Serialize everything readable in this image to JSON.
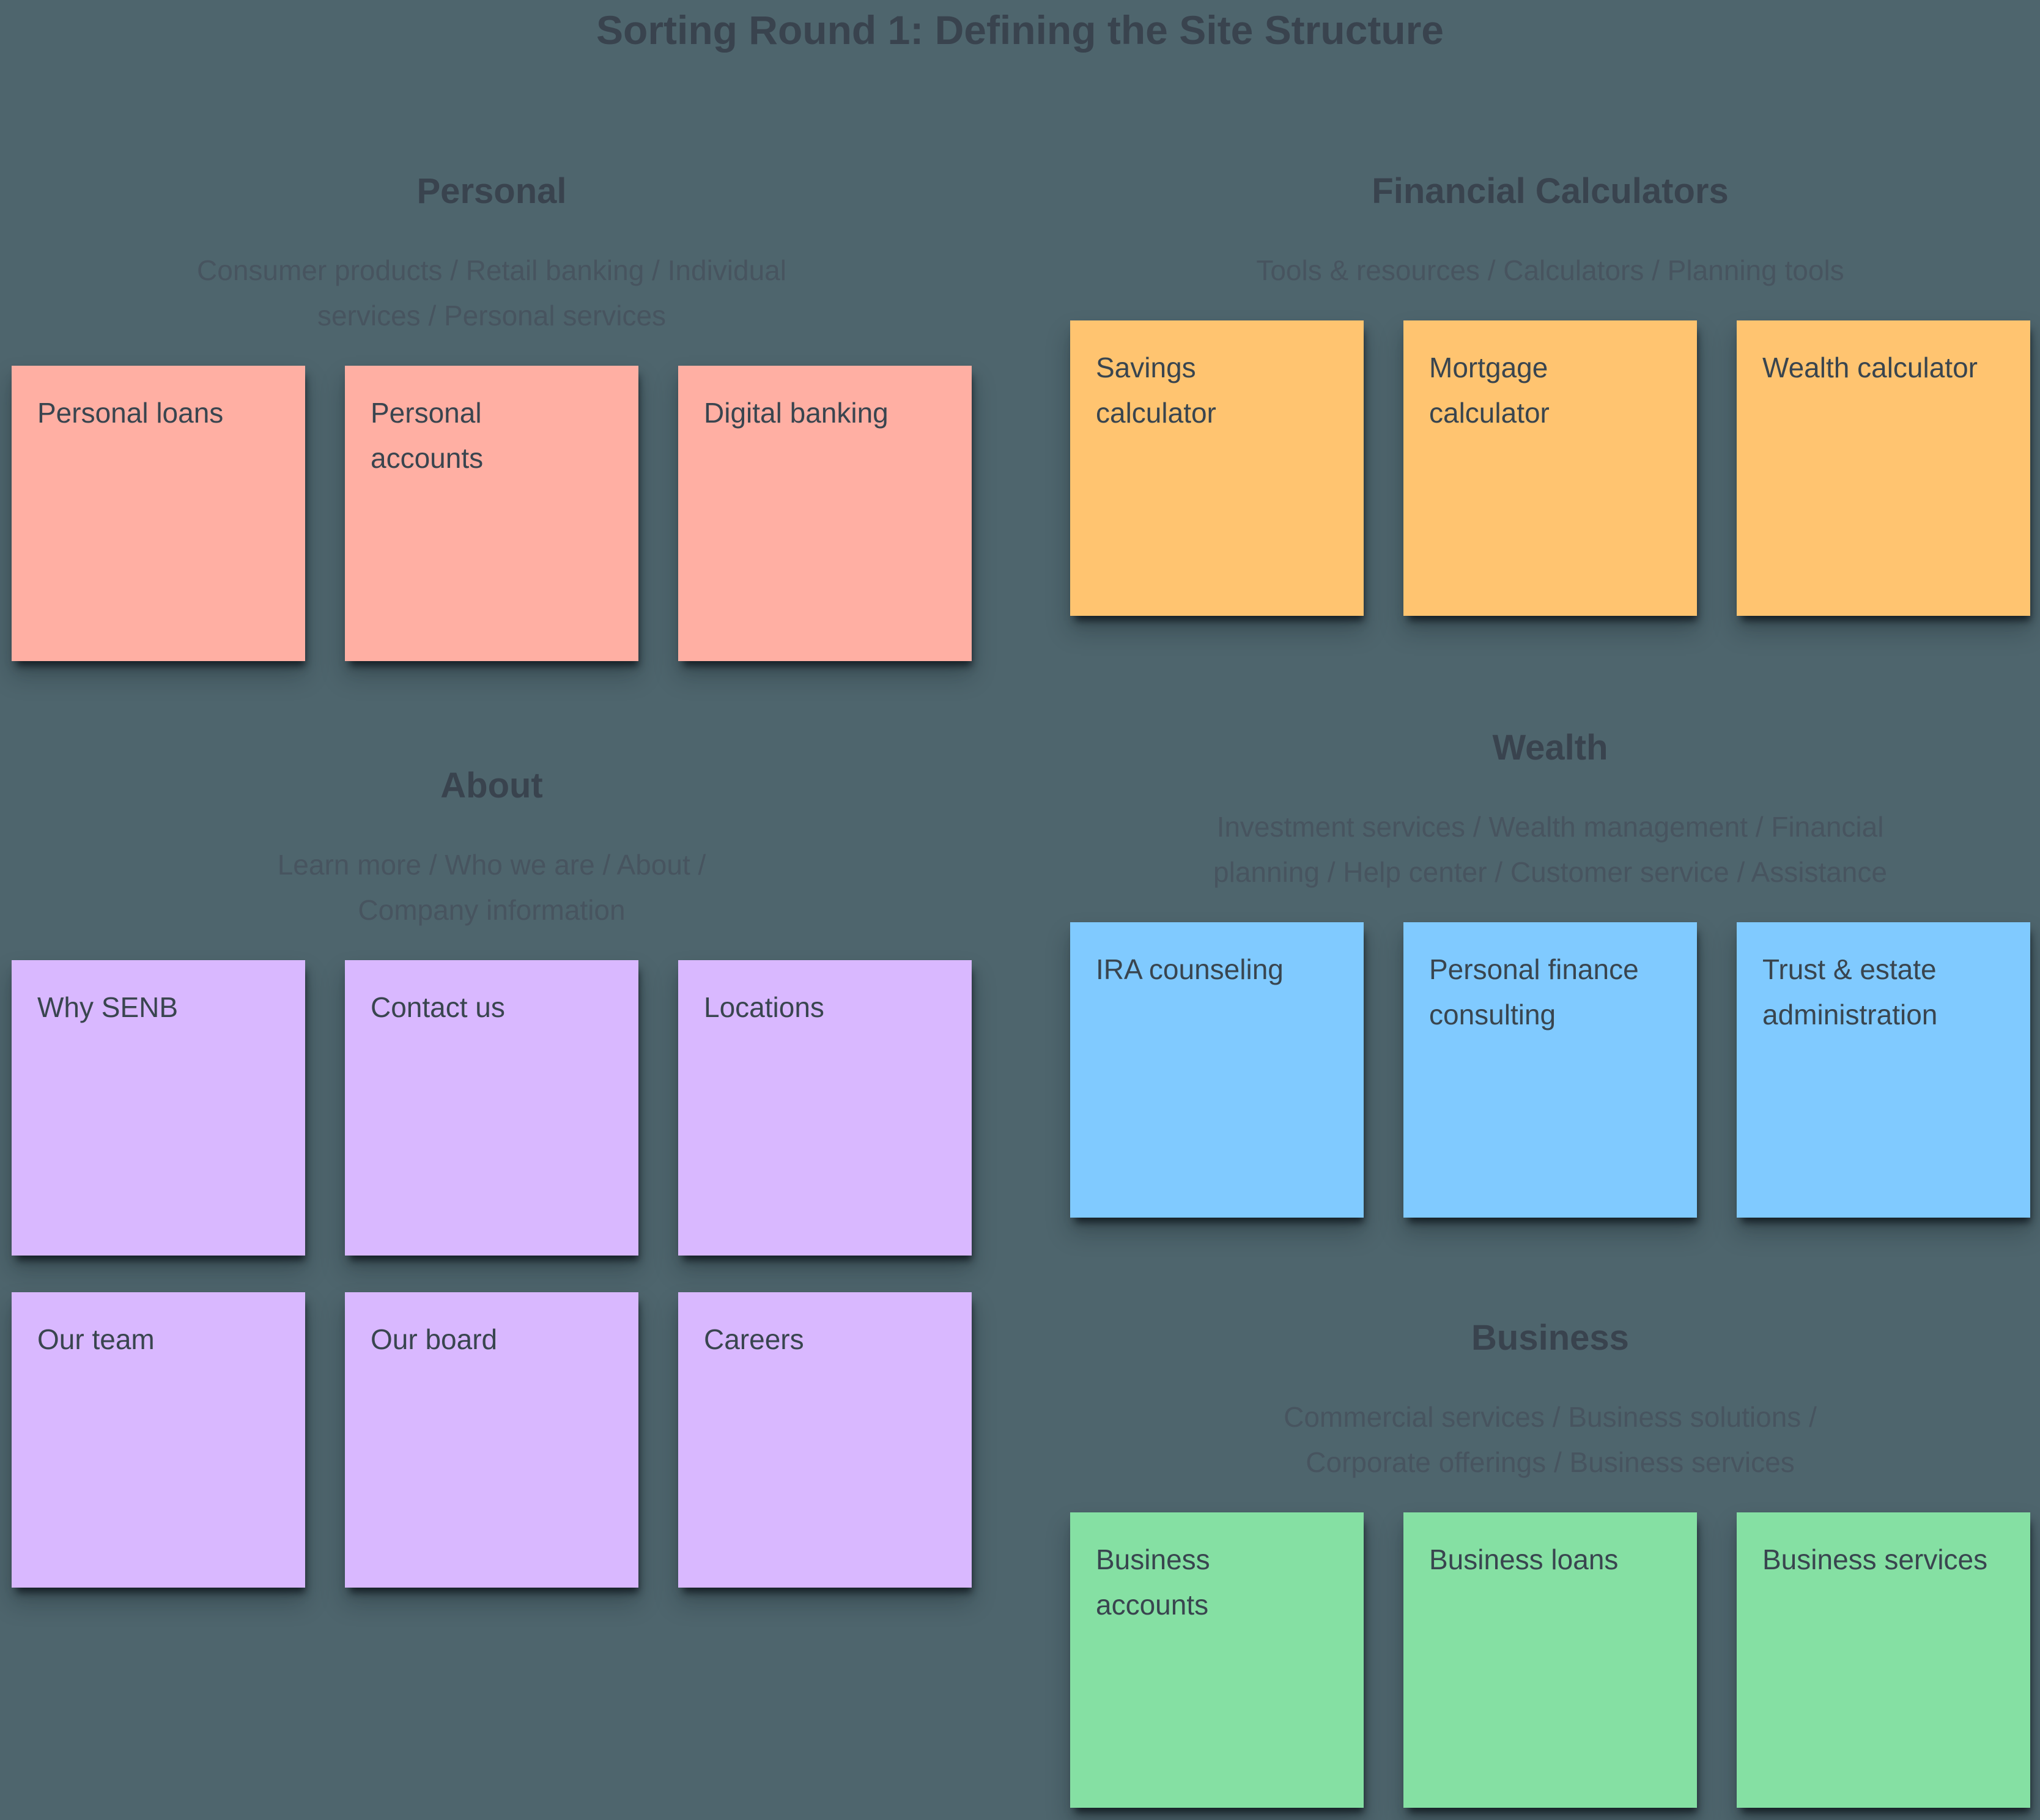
{
  "board": {
    "title": "Sorting Round 1: Defining the Site Structure"
  },
  "colors": {
    "board_background": "#4E656D",
    "heading_text": "#39434E",
    "subtitle_text": "#47545F",
    "card_text": "#39454F"
  },
  "groups": [
    {
      "title": "Personal",
      "subtitle": "Consumer products / Retail banking / Individual services / Personal services",
      "color": "#FFAFA3",
      "cards": [
        "Personal loans",
        "Personal accounts",
        "Digital banking"
      ]
    },
    {
      "title": "Financial Calculators",
      "subtitle": "Tools & resources / Calculators / Planning tools",
      "color": "#FFC470",
      "cards": [
        "Savings calculator",
        "Mortgage calculator",
        "Wealth calculator"
      ]
    },
    {
      "title": "About",
      "subtitle": "Learn more / Who we are / About / Company information",
      "color": "#D9B8FF",
      "cards": [
        "Why SENB",
        "Contact us",
        "Locations",
        "Our team",
        "Our board",
        "Careers"
      ]
    },
    {
      "title": "Wealth",
      "subtitle": "Investment services / Wealth management / Financial planning / Help center / Customer service / Assistance",
      "color": "#80CAFF",
      "cards": [
        "IRA counseling",
        "Personal finance consulting",
        "Trust & estate administration"
      ]
    },
    {
      "title": "Business",
      "subtitle": "Commercial services / Business solutions / Corporate offerings / Business services",
      "color": "#85E0A3",
      "cards": [
        "Business accounts",
        "Business loans",
        "Business services"
      ]
    }
  ]
}
